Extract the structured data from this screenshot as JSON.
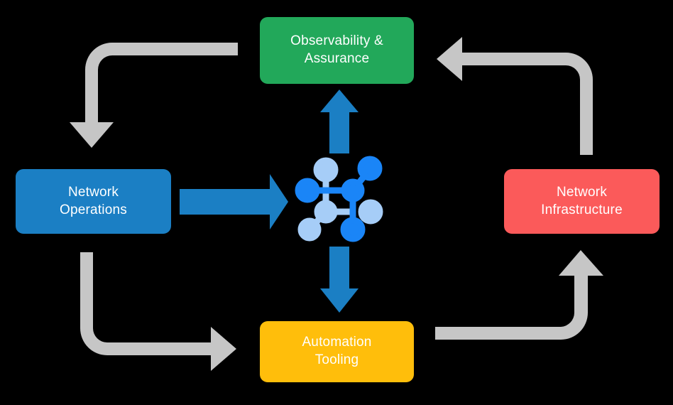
{
  "diagram": {
    "type": "cycle-diagram",
    "title": "",
    "background_color": "#000000",
    "nodes": [
      {
        "id": "observability",
        "label": "Observability &\nAssurance",
        "color": "#22a85a",
        "position": "top"
      },
      {
        "id": "operations",
        "label": "Network\nOperations",
        "color": "#1b7fc4",
        "position": "left"
      },
      {
        "id": "infrastructure",
        "label": "Network\nInfrastructure",
        "color": "#fb5a5a",
        "position": "right"
      },
      {
        "id": "automation",
        "label": "Automation\nTooling",
        "color": "#ffbe0b",
        "position": "bottom"
      }
    ],
    "center": {
      "icon": "network-topology-icon",
      "colors": {
        "primary": "#1a85f7",
        "secondary": "#a6cdf7"
      }
    },
    "connectors": {
      "accent_color": "#1b7fc4",
      "neutral_color": "#c6c6c6",
      "blue_arrows": [
        {
          "id": "operations-to-center",
          "direction": "right"
        },
        {
          "id": "center-to-observability",
          "direction": "up"
        },
        {
          "id": "center-to-automation",
          "direction": "down"
        }
      ],
      "gray_arrows": [
        {
          "id": "observability-to-operations",
          "direction": "down"
        },
        {
          "id": "operations-to-automation",
          "direction": "right"
        },
        {
          "id": "automation-to-infrastructure",
          "direction": "up"
        },
        {
          "id": "infrastructure-to-observability",
          "direction": "left"
        }
      ]
    }
  }
}
